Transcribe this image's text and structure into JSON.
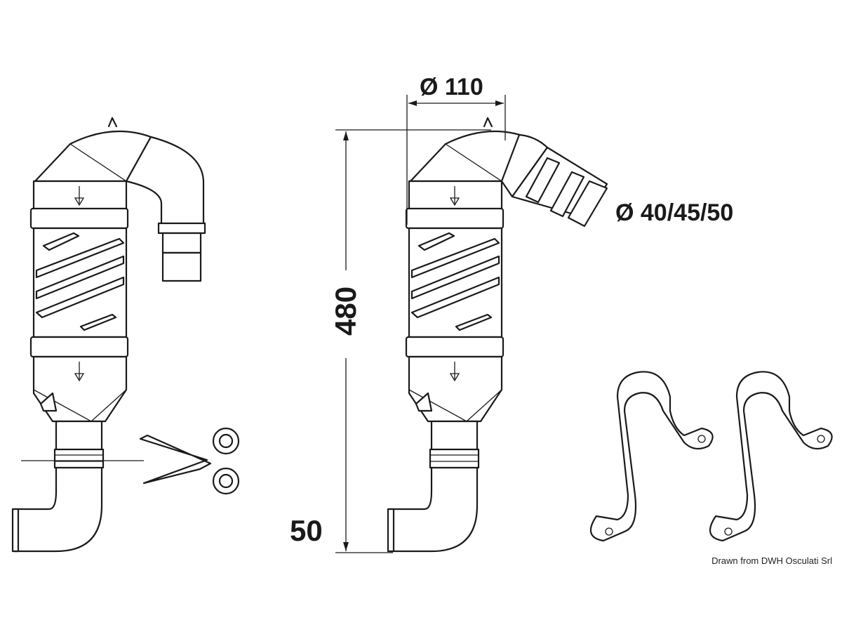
{
  "dimensions": {
    "diameter_body": "Ø 110",
    "diameter_hose": "Ø 40/45/50",
    "height": "480",
    "outlet_height": "50"
  },
  "credit": "Drawn from DWH Osculati Srl",
  "colors": {
    "line": "#1a1a1a",
    "background": "#ffffff"
  }
}
